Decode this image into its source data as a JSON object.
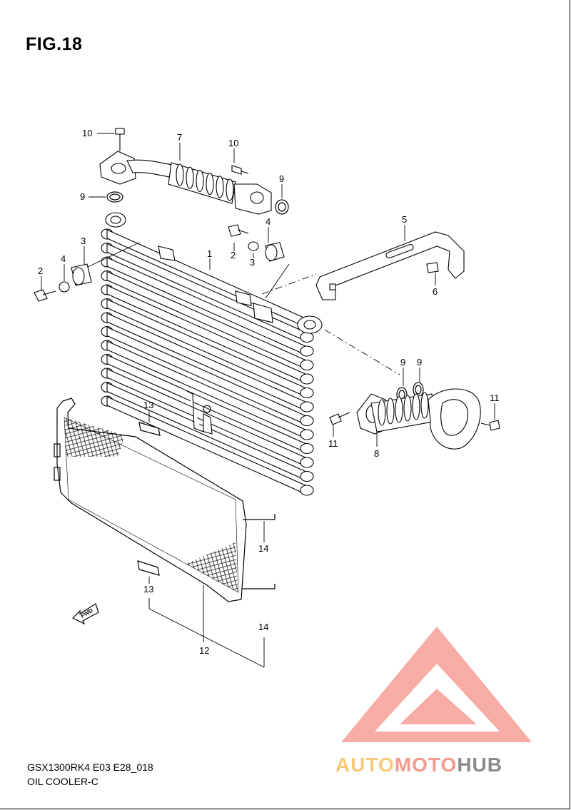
{
  "figure": {
    "title": "FIG.18"
  },
  "footer": {
    "model_code": "GSX1300RK4 E03 E28_018",
    "assembly_name": "OIL COOLER-C"
  },
  "callouts": [
    "10",
    "7",
    "10",
    "9",
    "9",
    "5",
    "1",
    "4",
    "2",
    "3",
    "4",
    "3",
    "2",
    "6",
    "9",
    "9",
    "11",
    "11",
    "8",
    "13",
    "12",
    "13",
    "14",
    "14"
  ],
  "fwd_label": "FWD",
  "watermark": {
    "brand_part1": "AUTO",
    "brand_part2": "MOTO",
    "brand_part3": "HUB",
    "colors": {
      "triangle": "#f26a5c",
      "part1": "#f7c97a",
      "part2": "#f29b8e",
      "part3": "#8a8a8a"
    }
  },
  "colors": {
    "line": "#000000",
    "background": "#ffffff"
  }
}
